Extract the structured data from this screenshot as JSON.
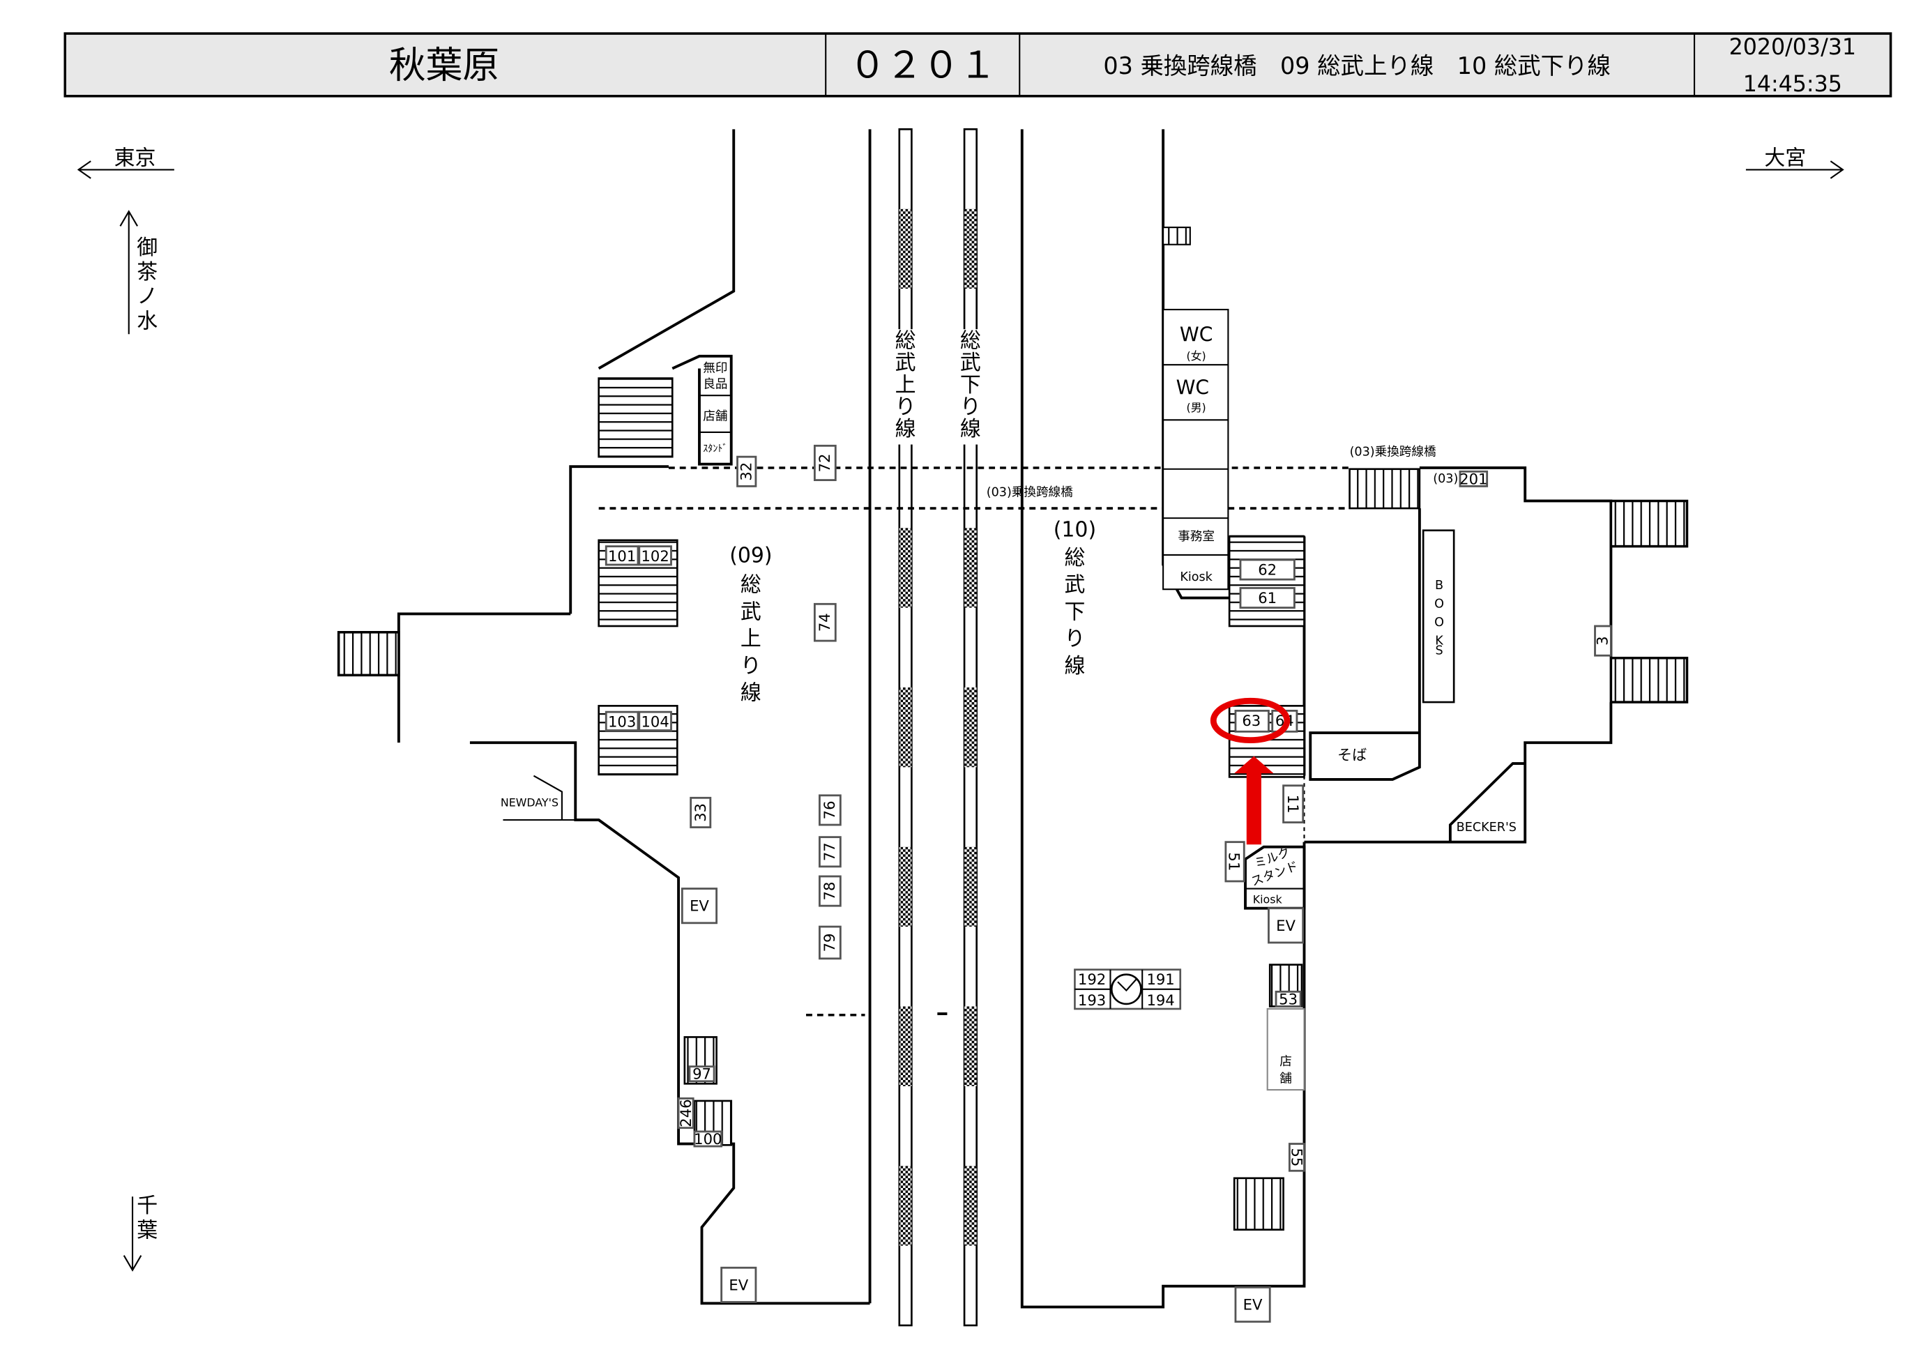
{
  "header": {
    "station": "秋葉原",
    "code": "０２０１",
    "lines": "03 乗換跨線橋　09 総武上り線　10 総武下り線",
    "date": "2020/03/31",
    "time": "14:45:35"
  },
  "directions": {
    "left": "東京",
    "right": "大宮",
    "up": [
      "御",
      "茶",
      "ノ",
      "水"
    ],
    "down": [
      "千",
      "葉"
    ]
  },
  "tracks": {
    "up_line": [
      "総",
      "武",
      "上",
      "り",
      "線"
    ],
    "down_line": [
      "総",
      "武",
      "下",
      "り",
      "線"
    ],
    "platform_09_code": "(09)",
    "platform_10_code": "(10)",
    "bridge_label": "(03)乗換跨線橋",
    "bridge_label_right": "(03)乗換跨線橋",
    "bridge_code": "(03)"
  },
  "facilities": {
    "muji": [
      "無印",
      "良品"
    ],
    "shop": "店舗",
    "stand": "ｽﾀﾝﾄﾞ",
    "newdays": "NEWDAY'S",
    "wc_f": "WC",
    "wc_f_sub": "(女)",
    "wc_m": "WC",
    "wc_m_sub": "(男)",
    "office": "事務室",
    "kiosk": "Kiosk",
    "kiosk2": "Kiosk",
    "books": [
      "B",
      "O",
      "O",
      "K",
      "S"
    ],
    "soba": "そば",
    "beckers": "BECKER'S",
    "milk": [
      "ミルク",
      "スタンド"
    ],
    "shop2": [
      "店",
      "舗"
    ],
    "ev": "EV"
  },
  "numbers": {
    "n32": "32",
    "n72": "72",
    "n101": "101",
    "n102": "102",
    "n103": "103",
    "n104": "104",
    "n74": "74",
    "n33": "33",
    "n76": "76",
    "n77": "77",
    "n78": "78",
    "n79": "79",
    "n97": "97",
    "n246": "246",
    "n100": "100",
    "n201": "201",
    "n62": "62",
    "n61": "61",
    "n63": "63",
    "n64": "64",
    "n3": "3",
    "n11": "11",
    "n51": "51",
    "n53": "53",
    "n55": "55",
    "n191": "191",
    "n192": "192",
    "n193": "193",
    "n194": "194"
  },
  "highlight": {
    "target": "63",
    "color": "#e60000"
  }
}
